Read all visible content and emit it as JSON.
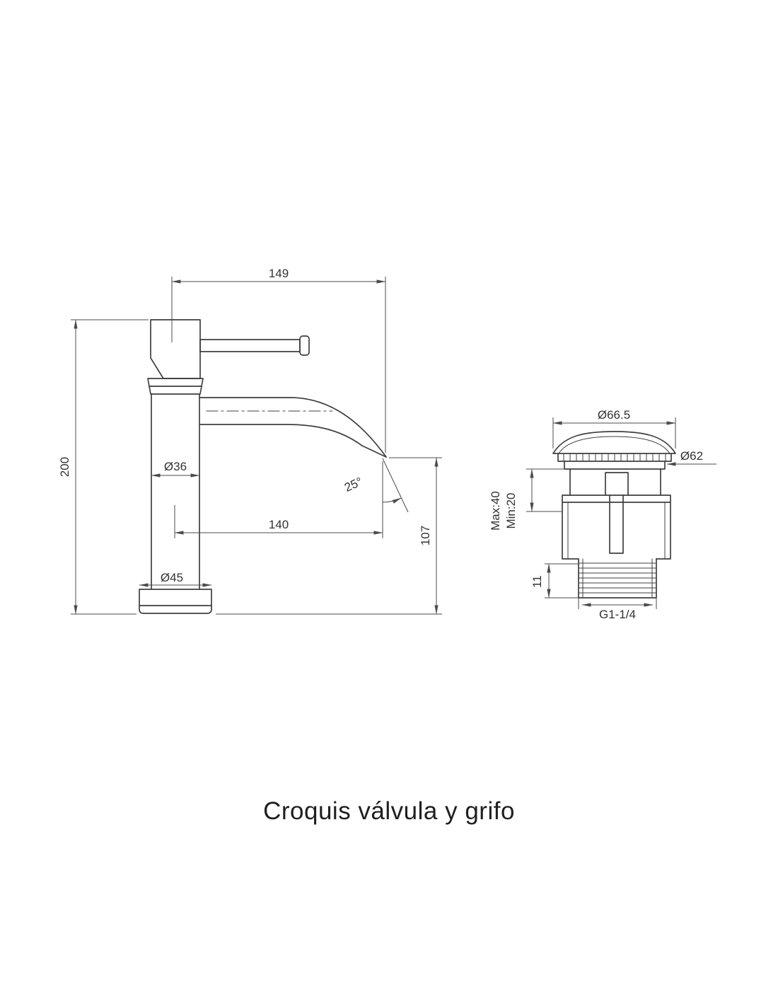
{
  "title": "Croquis válvula y grifo",
  "faucet": {
    "dims": {
      "spout_offset_top": "149",
      "total_height": "200",
      "body_diameter": "Ø36",
      "spout_reach": "140",
      "spout_angle": "25°",
      "spout_height": "107",
      "base_diameter": "Ø45"
    }
  },
  "valve": {
    "dims": {
      "cap_diameter": "Ø66.5",
      "washer_diameter": "Ø62",
      "max_mount": "Max:40",
      "min_mount": "Min:20",
      "thread_length": "11",
      "thread_size": "G1-1/4"
    }
  },
  "colors": {
    "object_line": "#3f3f3f",
    "dim_line": "#4b4b4b",
    "text": "#333333",
    "title": "#1f1f1f",
    "background": "#ffffff"
  }
}
